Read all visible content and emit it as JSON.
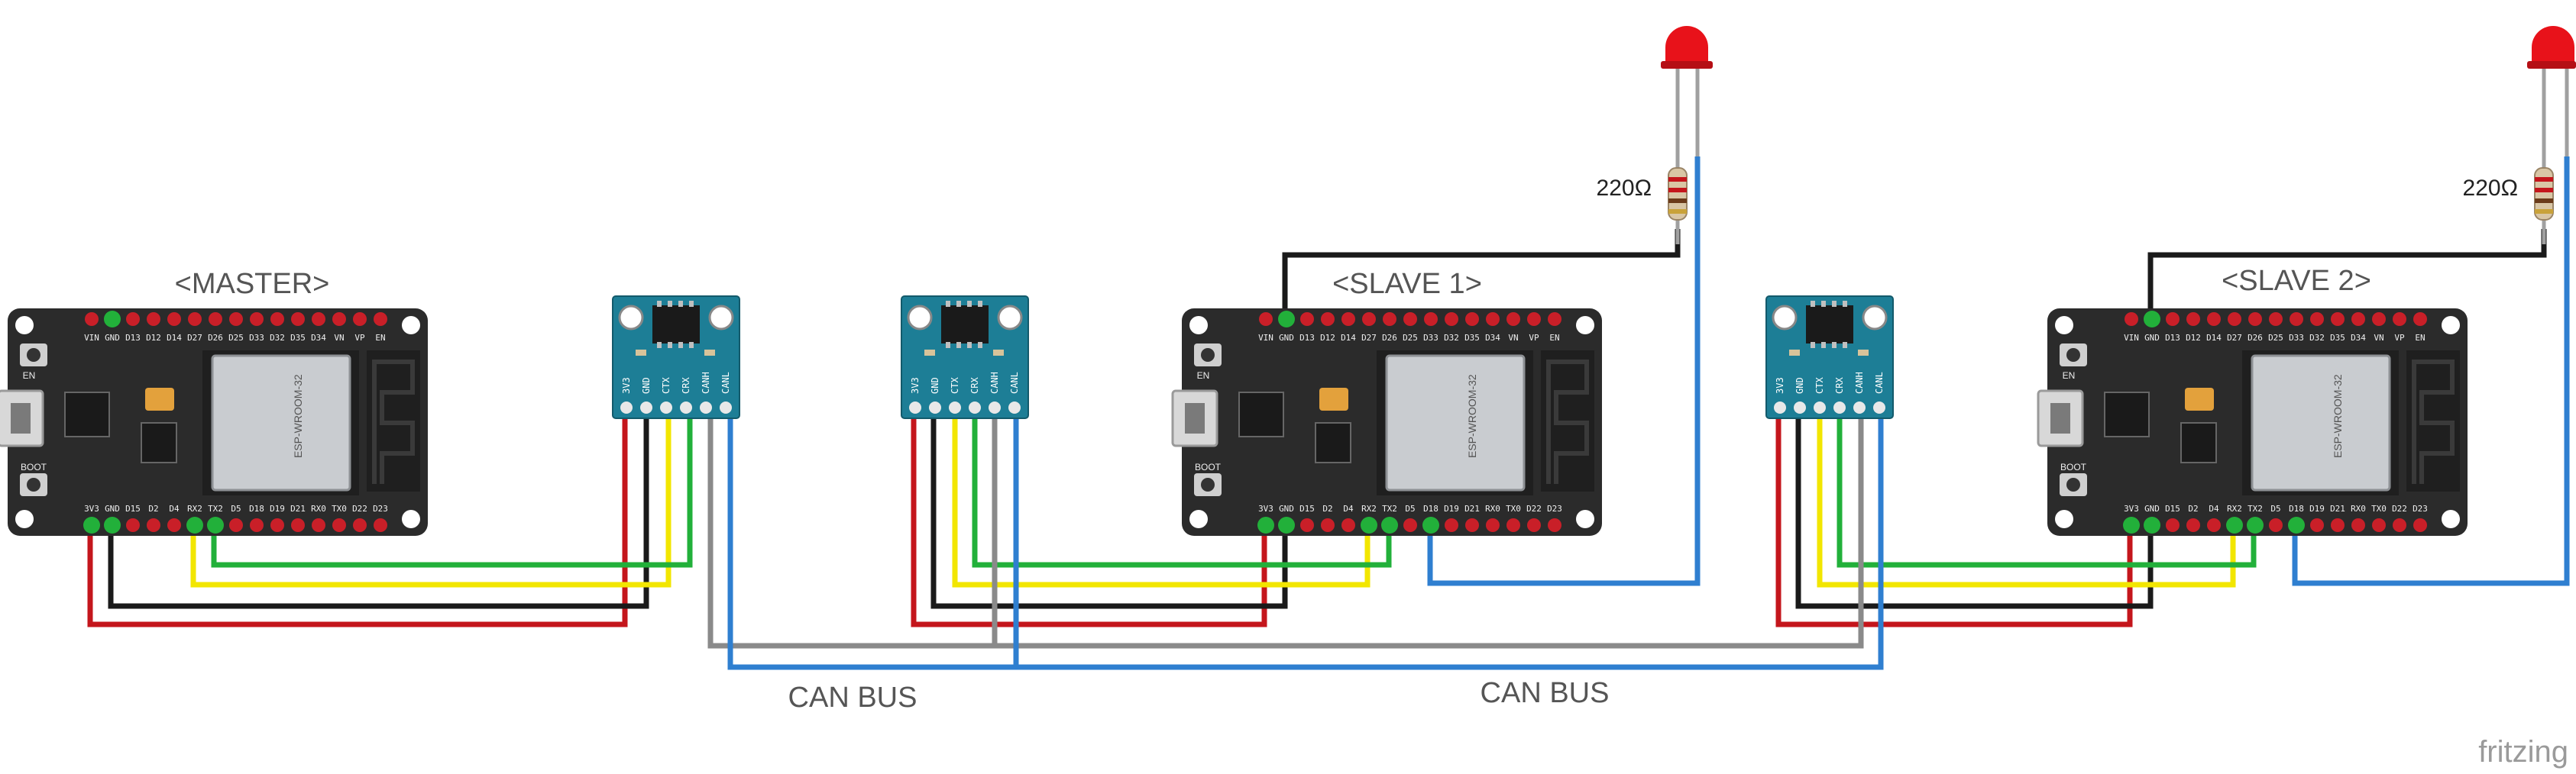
{
  "boards": {
    "master": {
      "title": "<MASTER>",
      "chip": "ESP-WROOM-32"
    },
    "slave1": {
      "title": "<SLAVE 1>",
      "chip": "ESP-WROOM-32"
    },
    "slave2": {
      "title": "<SLAVE 2>",
      "chip": "ESP-WROOM-32"
    },
    "top_pins": [
      "VIN",
      "GND",
      "D13",
      "D12",
      "D14",
      "D27",
      "D26",
      "D25",
      "D33",
      "D32",
      "D35",
      "D34",
      "VN",
      "VP",
      "EN"
    ],
    "bottom_pins": [
      "3V3",
      "GND",
      "D15",
      "D2",
      "D4",
      "RX2",
      "TX2",
      "D5",
      "D18",
      "D19",
      "D21",
      "RX0",
      "TX0",
      "D22",
      "D23"
    ],
    "en_label": "EN",
    "boot_label": "BOOT"
  },
  "can_module": {
    "pins": [
      "3V3",
      "GND",
      "CTX",
      "CRX",
      "CANH",
      "CANL"
    ]
  },
  "resistors": {
    "label": "220Ω"
  },
  "bus_labels": {
    "bus1": "CAN BUS",
    "bus2": "CAN BUS"
  },
  "watermark": "fritzing",
  "colors": {
    "board": "#2b2b2b",
    "can_module": "#1d7e96",
    "wire_red": "#c4161c",
    "wire_black": "#1a1a1a",
    "wire_yellow": "#f2e600",
    "wire_green": "#22b03a",
    "wire_gray": "#8a8a8a",
    "wire_blue": "#2f7fd0",
    "led": "#e8121a"
  }
}
